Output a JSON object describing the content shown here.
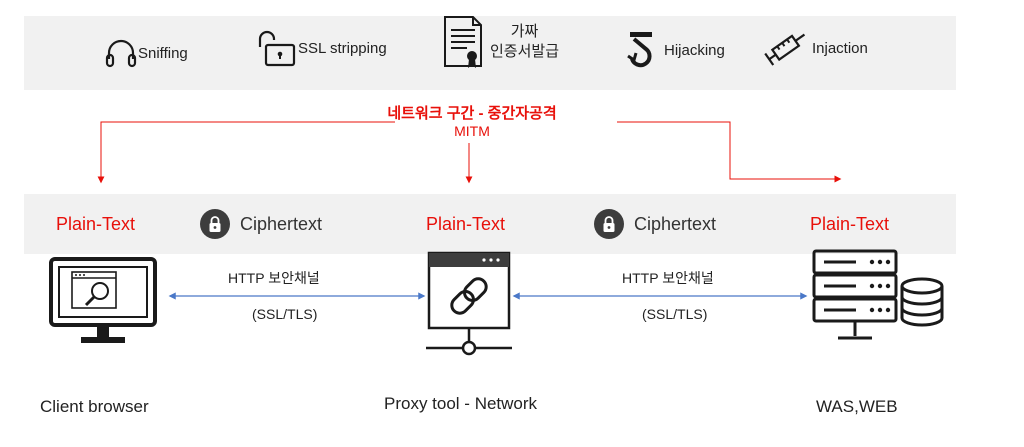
{
  "attacks": [
    {
      "icon": "headphones-icon",
      "label": "Sniffing"
    },
    {
      "icon": "unlocked-padlock-icon",
      "label": "SSL stripping"
    },
    {
      "icon": "certificate-icon",
      "label_line1": "가짜",
      "label_line2": "인증서발급"
    },
    {
      "icon": "hook-icon",
      "label": "Hijacking"
    },
    {
      "icon": "syringe-icon",
      "label": "Injaction"
    }
  ],
  "mitm": {
    "title": "네트워크 구간 - 중간자공격",
    "subtitle": "MITM"
  },
  "plaintext_label": "Plain-Text",
  "ciphertext_label": "Ciphertext",
  "channel": {
    "line1": "HTTP 보안채널",
    "line2": "(SSL/TLS)"
  },
  "nodes": [
    {
      "icon": "client-browser-monitor-icon",
      "label": "Client browser"
    },
    {
      "icon": "proxy-link-window-icon",
      "label": "Proxy tool - Network"
    },
    {
      "icon": "server-database-icon",
      "label": "WAS,WEB"
    }
  ],
  "colors": {
    "attack": "#e8100a",
    "channel_arrow": "#4a78c8",
    "band": "#f1f1f1",
    "icon": "#1a1a1a"
  }
}
